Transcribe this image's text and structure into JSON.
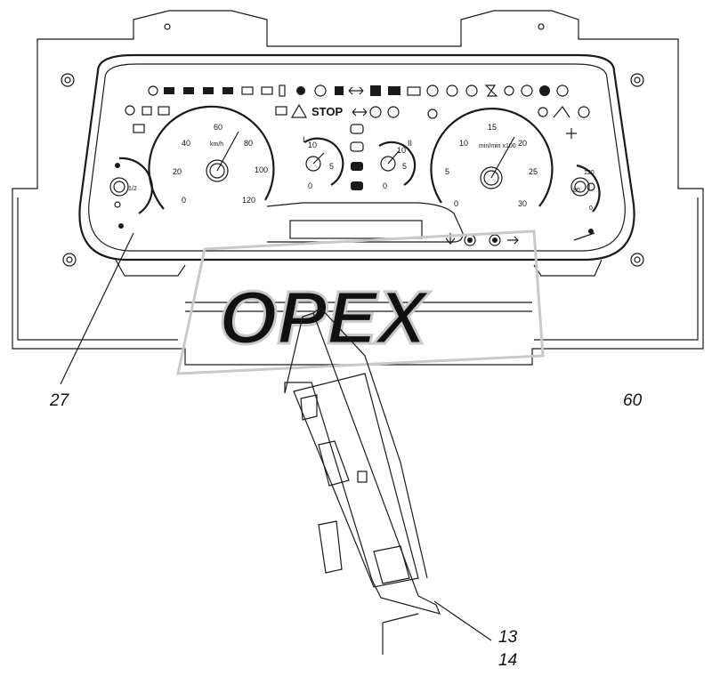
{
  "callouts": {
    "panel": "27",
    "housing": "60",
    "part_a": "13",
    "part_b": "14"
  },
  "watermark": "OPEX",
  "speedometer": {
    "ticks": [
      "0",
      "20",
      "40",
      "60",
      "80",
      "100",
      "120"
    ],
    "unit": "km/h"
  },
  "tachometer": {
    "ticks": [
      "0",
      "5",
      "10",
      "15",
      "20",
      "25",
      "30"
    ],
    "unit": "min/min x100"
  },
  "left_gauge_1": {
    "ticks": [
      "10",
      "5",
      "0"
    ],
    "label": "I"
  },
  "left_gauge_2": {
    "ticks": [
      "10",
      "5",
      "0"
    ],
    "label": "II"
  },
  "right_small_gauge": {
    "ticks": [
      "120",
      "80",
      "0"
    ]
  },
  "fuel_gauge": {
    "ticks": [
      "1/2"
    ]
  },
  "warning_text": "STOP",
  "colors": {
    "line": "#1a1a1a",
    "watermark": "#c9c9c9",
    "background": "#ffffff"
  }
}
